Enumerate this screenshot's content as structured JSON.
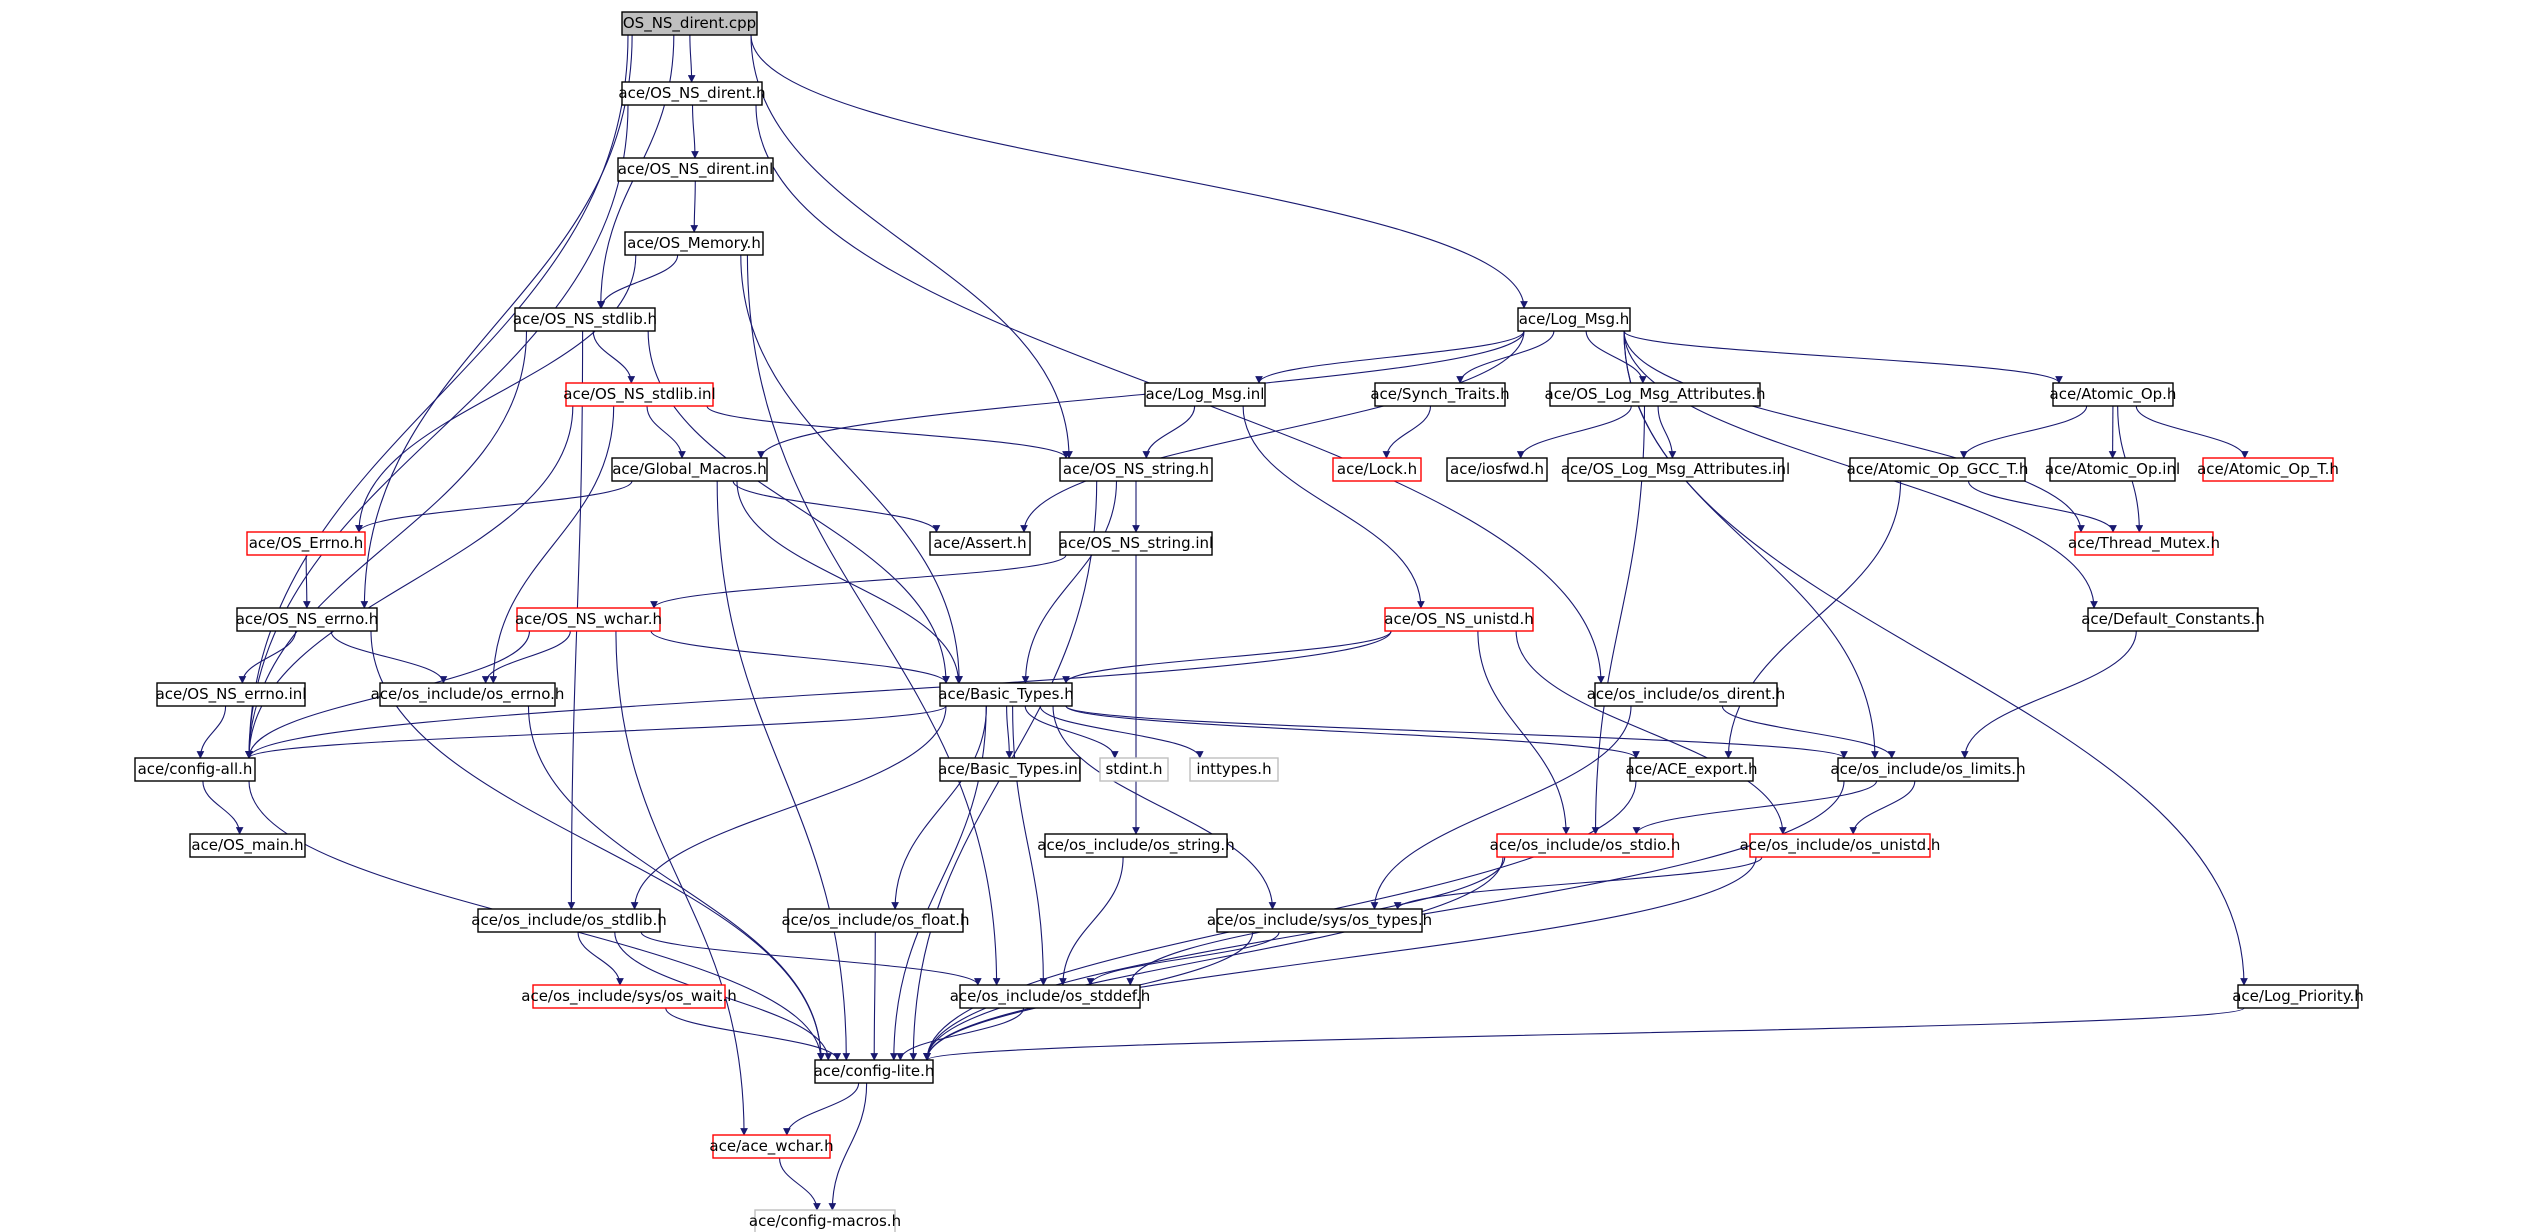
{
  "colors": {
    "edge": "#191970",
    "root_fill": "#bfbfbf",
    "normal_border": "#000000",
    "red_border": "#ff0000",
    "grey_border": "#bfbfbf",
    "background": "#ffffff"
  },
  "nodes": [
    {
      "id": "n0",
      "label": "OS_NS_dirent.cpp",
      "style": "root"
    },
    {
      "id": "n1",
      "label": "ace/OS_NS_dirent.h",
      "style": "normal"
    },
    {
      "id": "n2",
      "label": "ace/OS_NS_dirent.inl",
      "style": "normal"
    },
    {
      "id": "n3",
      "label": "ace/OS_Memory.h",
      "style": "normal"
    },
    {
      "id": "n4",
      "label": "ace/OS_NS_stdlib.h",
      "style": "normal"
    },
    {
      "id": "n5",
      "label": "ace/OS_NS_stdlib.inl",
      "style": "red"
    },
    {
      "id": "n6",
      "label": "ace/Global_Macros.h",
      "style": "normal"
    },
    {
      "id": "n7",
      "label": "ace/OS_Errno.h",
      "style": "red"
    },
    {
      "id": "n8",
      "label": "ace/OS_NS_errno.h",
      "style": "normal"
    },
    {
      "id": "n9",
      "label": "ace/OS_NS_errno.inl",
      "style": "normal"
    },
    {
      "id": "n10",
      "label": "ace/config-all.h",
      "style": "normal"
    },
    {
      "id": "n11",
      "label": "ace/OS_main.h",
      "style": "normal"
    },
    {
      "id": "n12",
      "label": "ace/os_include/os_errno.h",
      "style": "normal"
    },
    {
      "id": "n13",
      "label": "ace/OS_NS_wchar.h",
      "style": "red"
    },
    {
      "id": "n14",
      "label": "ace/Assert.h",
      "style": "normal"
    },
    {
      "id": "n15",
      "label": "ace/OS_NS_string.h",
      "style": "normal"
    },
    {
      "id": "n16",
      "label": "ace/OS_NS_string.inl",
      "style": "normal"
    },
    {
      "id": "n17",
      "label": "ace/Basic_Types.h",
      "style": "normal"
    },
    {
      "id": "n18",
      "label": "ace/Basic_Types.inl",
      "style": "normal"
    },
    {
      "id": "n19",
      "label": "stdint.h",
      "style": "grey"
    },
    {
      "id": "n20",
      "label": "inttypes.h",
      "style": "grey"
    },
    {
      "id": "n21",
      "label": "ace/Log_Msg.h",
      "style": "normal"
    },
    {
      "id": "n22",
      "label": "ace/Log_Msg.inl",
      "style": "normal"
    },
    {
      "id": "n23",
      "label": "ace/Synch_Traits.h",
      "style": "normal"
    },
    {
      "id": "n24",
      "label": "ace/Lock.h",
      "style": "red"
    },
    {
      "id": "n25",
      "label": "ace/OS_Log_Msg_Attributes.h",
      "style": "normal"
    },
    {
      "id": "n26",
      "label": "ace/iosfwd.h",
      "style": "normal"
    },
    {
      "id": "n27",
      "label": "ace/OS_Log_Msg_Attributes.inl",
      "style": "normal"
    },
    {
      "id": "n28",
      "label": "ace/Atomic_Op.h",
      "style": "normal"
    },
    {
      "id": "n29",
      "label": "ace/Atomic_Op_GCC_T.h",
      "style": "normal"
    },
    {
      "id": "n30",
      "label": "ace/Atomic_Op.inl",
      "style": "normal"
    },
    {
      "id": "n31",
      "label": "ace/Atomic_Op_T.h",
      "style": "red"
    },
    {
      "id": "n32",
      "label": "ace/Thread_Mutex.h",
      "style": "red"
    },
    {
      "id": "n33",
      "label": "ace/Default_Constants.h",
      "style": "normal"
    },
    {
      "id": "n34",
      "label": "ace/OS_NS_unistd.h",
      "style": "red"
    },
    {
      "id": "n35",
      "label": "ace/os_include/os_dirent.h",
      "style": "normal"
    },
    {
      "id": "n36",
      "label": "ace/ACE_export.h",
      "style": "normal"
    },
    {
      "id": "n37",
      "label": "ace/os_include/os_limits.h",
      "style": "normal"
    },
    {
      "id": "n38",
      "label": "ace/os_include/os_stdio.h",
      "style": "red"
    },
    {
      "id": "n39",
      "label": "ace/os_include/os_unistd.h",
      "style": "red"
    },
    {
      "id": "n40",
      "label": "ace/os_include/os_string.h",
      "style": "normal"
    },
    {
      "id": "n41",
      "label": "ace/os_include/os_stdlib.h",
      "style": "normal"
    },
    {
      "id": "n42",
      "label": "ace/os_include/os_float.h",
      "style": "normal"
    },
    {
      "id": "n43",
      "label": "ace/os_include/sys/os_types.h",
      "style": "normal"
    },
    {
      "id": "n44",
      "label": "ace/os_include/sys/os_wait.h",
      "style": "red"
    },
    {
      "id": "n45",
      "label": "ace/os_include/os_stddef.h",
      "style": "normal"
    },
    {
      "id": "n46",
      "label": "ace/Log_Priority.h",
      "style": "normal"
    },
    {
      "id": "n47",
      "label": "ace/config-lite.h",
      "style": "normal"
    },
    {
      "id": "n48",
      "label": "ace/ace_wchar.h",
      "style": "red"
    },
    {
      "id": "n49",
      "label": "ace/config-macros.h",
      "style": "grey"
    }
  ],
  "edges": [
    [
      "n0",
      "n1"
    ],
    [
      "n0",
      "n4"
    ],
    [
      "n0",
      "n8"
    ],
    [
      "n0",
      "n10"
    ],
    [
      "n0",
      "n15"
    ],
    [
      "n0",
      "n21"
    ],
    [
      "n1",
      "n2"
    ],
    [
      "n1",
      "n10"
    ],
    [
      "n1",
      "n35"
    ],
    [
      "n2",
      "n3"
    ],
    [
      "n3",
      "n4"
    ],
    [
      "n3",
      "n7"
    ],
    [
      "n3",
      "n17"
    ],
    [
      "n3",
      "n45"
    ],
    [
      "n4",
      "n5"
    ],
    [
      "n4",
      "n10"
    ],
    [
      "n4",
      "n17"
    ],
    [
      "n4",
      "n41"
    ],
    [
      "n5",
      "n6"
    ],
    [
      "n5",
      "n15"
    ],
    [
      "n5",
      "n10"
    ],
    [
      "n5",
      "n12"
    ],
    [
      "n6",
      "n7"
    ],
    [
      "n6",
      "n14"
    ],
    [
      "n6",
      "n17"
    ],
    [
      "n6",
      "n47"
    ],
    [
      "n7",
      "n8"
    ],
    [
      "n8",
      "n9"
    ],
    [
      "n8",
      "n12"
    ],
    [
      "n8",
      "n47"
    ],
    [
      "n9",
      "n10"
    ],
    [
      "n10",
      "n11"
    ],
    [
      "n10",
      "n47"
    ],
    [
      "n12",
      "n47"
    ],
    [
      "n13",
      "n17"
    ],
    [
      "n13",
      "n12"
    ],
    [
      "n13",
      "n10"
    ],
    [
      "n13",
      "n48"
    ],
    [
      "n15",
      "n16"
    ],
    [
      "n15",
      "n17"
    ],
    [
      "n15",
      "n47"
    ],
    [
      "n16",
      "n13"
    ],
    [
      "n16",
      "n40"
    ],
    [
      "n17",
      "n18"
    ],
    [
      "n17",
      "n19"
    ],
    [
      "n17",
      "n20"
    ],
    [
      "n17",
      "n36"
    ],
    [
      "n17",
      "n37"
    ],
    [
      "n17",
      "n10"
    ],
    [
      "n17",
      "n41"
    ],
    [
      "n17",
      "n42"
    ],
    [
      "n17",
      "n43"
    ],
    [
      "n17",
      "n45"
    ],
    [
      "n17",
      "n47"
    ],
    [
      "n21",
      "n22"
    ],
    [
      "n21",
      "n23"
    ],
    [
      "n21",
      "n25"
    ],
    [
      "n21",
      "n28"
    ],
    [
      "n21",
      "n33"
    ],
    [
      "n21",
      "n6"
    ],
    [
      "n21",
      "n14"
    ],
    [
      "n21",
      "n37"
    ],
    [
      "n21",
      "n46"
    ],
    [
      "n21",
      "n32"
    ],
    [
      "n22",
      "n15"
    ],
    [
      "n22",
      "n34"
    ],
    [
      "n23",
      "n24"
    ],
    [
      "n25",
      "n26"
    ],
    [
      "n25",
      "n27"
    ],
    [
      "n25",
      "n38"
    ],
    [
      "n28",
      "n29"
    ],
    [
      "n28",
      "n30"
    ],
    [
      "n28",
      "n31"
    ],
    [
      "n28",
      "n32"
    ],
    [
      "n29",
      "n32"
    ],
    [
      "n29",
      "n36"
    ],
    [
      "n33",
      "n37"
    ],
    [
      "n34",
      "n17"
    ],
    [
      "n34",
      "n10"
    ],
    [
      "n34",
      "n38"
    ],
    [
      "n34",
      "n39"
    ],
    [
      "n35",
      "n37"
    ],
    [
      "n35",
      "n43"
    ],
    [
      "n36",
      "n47"
    ],
    [
      "n37",
      "n38"
    ],
    [
      "n37",
      "n39"
    ],
    [
      "n37",
      "n47"
    ],
    [
      "n38",
      "n45"
    ],
    [
      "n38",
      "n47"
    ],
    [
      "n39",
      "n43"
    ],
    [
      "n39",
      "n47"
    ],
    [
      "n40",
      "n45"
    ],
    [
      "n41",
      "n44"
    ],
    [
      "n41",
      "n45"
    ],
    [
      "n41",
      "n47"
    ],
    [
      "n42",
      "n47"
    ],
    [
      "n43",
      "n45"
    ],
    [
      "n43",
      "n47"
    ],
    [
      "n44",
      "n47"
    ],
    [
      "n45",
      "n47"
    ],
    [
      "n46",
      "n47"
    ],
    [
      "n47",
      "n48"
    ],
    [
      "n47",
      "n49"
    ],
    [
      "n48",
      "n49"
    ]
  ]
}
